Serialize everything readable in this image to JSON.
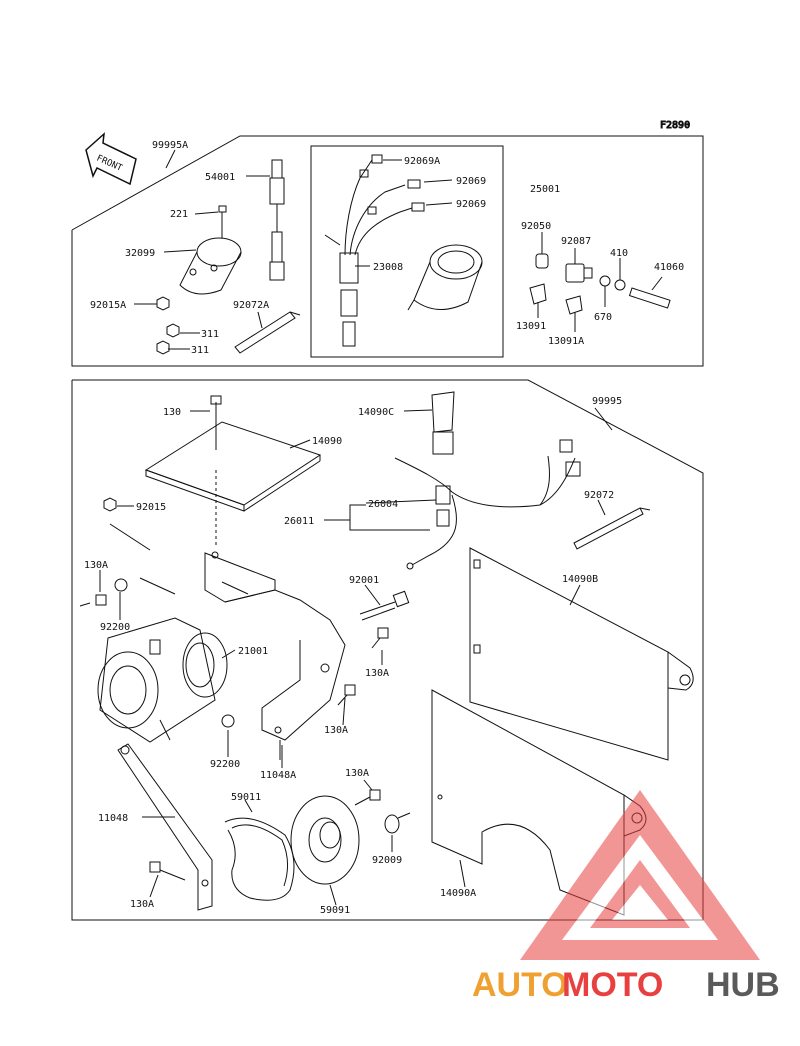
{
  "figure_code": "F2890",
  "front_arrow_text": "FRONT",
  "watermark": {
    "part1": "AUTO",
    "part2": "MOTO",
    "part3": "HUB",
    "color1": "#f0a030",
    "color2": "#e84040",
    "color3": "#5a5a5a"
  },
  "labels": {
    "p99995A": "99995A",
    "p54001": "54001",
    "p221": "221",
    "p32099": "32099",
    "p92015A": "92015A",
    "p311a": "311",
    "p311b": "311",
    "p92072A": "92072A",
    "p92069A": "92069A",
    "p92069a": "92069",
    "p92069b": "92069",
    "p23008": "23008",
    "p25001": "25001",
    "p92050": "92050",
    "p92087": "92087",
    "p410": "410",
    "p41060": "41060",
    "p670": "670",
    "p13091": "13091",
    "p13091A": "13091A",
    "p130top": "130",
    "p14090C": "14090C",
    "p99995": "99995",
    "p14090": "14090",
    "p92015": "92015",
    "p26004": "26004",
    "p26011": "26011",
    "p92072": "92072",
    "p130A_1": "130A",
    "p92001": "92001",
    "p14090B": "14090B",
    "p92200a": "92200",
    "p21001": "21001",
    "p130A_2": "130A",
    "p130A_3": "130A",
    "p92200b": "92200",
    "p11048A": "11048A",
    "p130A_4": "130A",
    "p59011": "59011",
    "p11048": "11048",
    "p92009": "92009",
    "p14090A": "14090A",
    "p130A_5": "130A",
    "p59091": "59091"
  }
}
